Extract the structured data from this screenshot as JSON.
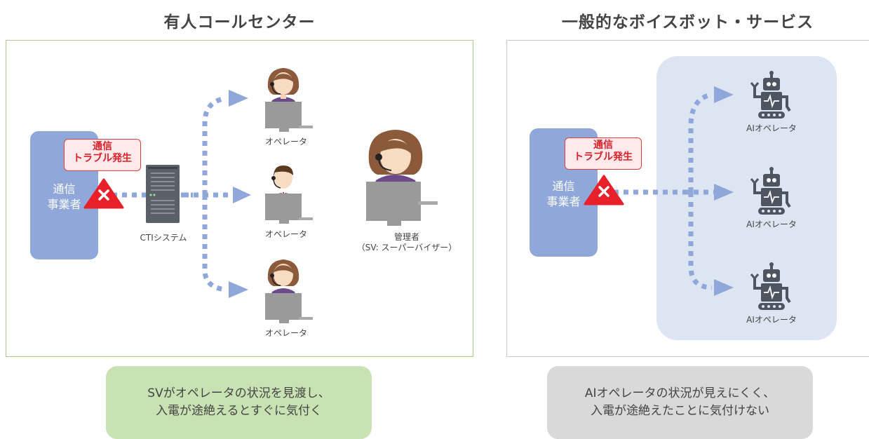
{
  "left_panel": {
    "title": "有人コールセンター",
    "carrier_label": "通信\n事業者",
    "trouble_label": "通信\nトラブル発生",
    "cti_label": "CTIシステム",
    "operators": [
      "オペレータ",
      "オペレータ",
      "オペレータ"
    ],
    "supervisor_label": "管理者\n（SV: スーパーバイザー）",
    "caption": "SVがオペレータの状況を見渡し、\n入電が途絶えるとすぐに気付く"
  },
  "right_panel": {
    "title": "一般的なボイスボット・サービス",
    "carrier_label": "通信\n事業者",
    "trouble_label": "通信\nトラブル発生",
    "ai_operators": [
      "AIオペレータ",
      "AIオペレータ",
      "AIオペレータ"
    ],
    "caption": "AIオペレータの状況が見えにくく、\n入電が途絶えたことに気付けない"
  },
  "colors": {
    "left_frame": "#a8cf8a",
    "right_frame": "#c8c8c8",
    "carrier": "#8fa8d9",
    "arrow": "#8fa8d9",
    "ai_area": "#dde5f3",
    "caption_left": "#c9e2b3",
    "caption_right": "#d9d9d9",
    "alert": "#e8202a",
    "robot": "#4f5560"
  }
}
